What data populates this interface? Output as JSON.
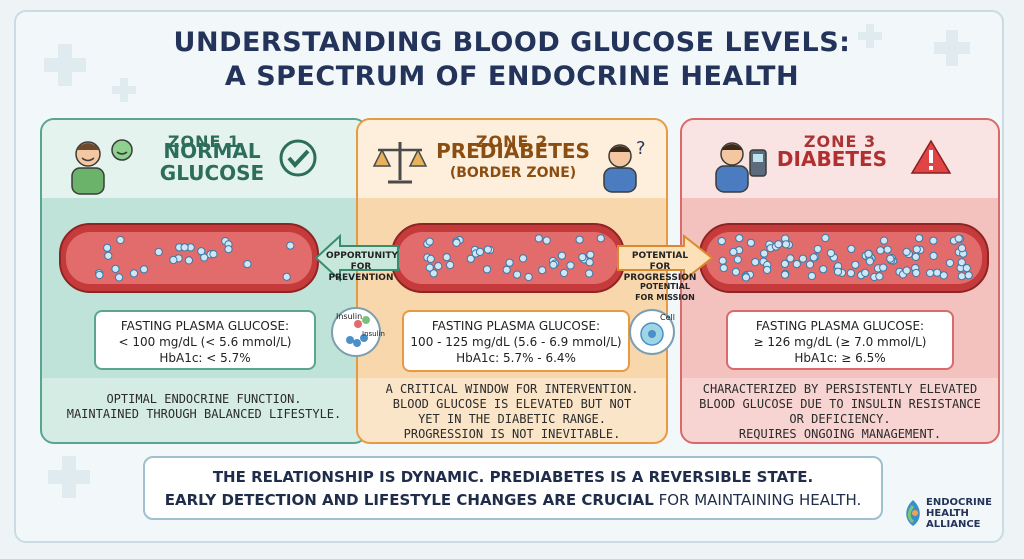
{
  "title": {
    "line1": "UNDERSTANDING BLOOD GLUCOSE LEVELS:",
    "line2": "A SPECTRUM OF ENDOCRINE HEALTH"
  },
  "zones": [
    {
      "label": "ZONE 1",
      "name_line1": "NORMAL",
      "name_line2": "GLUCOSE",
      "metric_line1": "FASTING PLASMA GLUCOSE:",
      "metric_line2": "< 100 mg/dL (< 5.6 mmol/L)",
      "metric_line3": "HbA1c: < 5.7%",
      "description": [
        "OPTIMAL ENDOCRINE FUNCTION.",
        "MAINTAINED THROUGH BALANCED LIFESTYLE."
      ],
      "color": "#5aa58d"
    },
    {
      "label": "ZONE 2",
      "name_line1": "PREDIABETES",
      "name_line2": "(BORDER ZONE)",
      "metric_line1": "FASTING PLASMA GLUCOSE:",
      "metric_line2": "100 - 125 mg/dL (5.6 - 6.9 mmol/L)",
      "metric_line3": "HbA1c: 5.7% - 6.4%",
      "description": [
        "A CRITICAL WINDOW FOR INTERVENTION.",
        "BLOOD GLUCOSE IS ELEVATED BUT NOT",
        "YET IN THE DIABETIC RANGE.",
        "PROGRESSION IS NOT INEVITABLE."
      ],
      "color": "#e79a42"
    },
    {
      "label": "ZONE 3",
      "name_line1": "DIABETES",
      "metric_line1": "FASTING PLASMA GLUCOSE:",
      "metric_line2": "≥ 126 mg/dL (≥ 7.0 mmol/L)",
      "metric_line3": "HbA1c: ≥ 6.5%",
      "description": [
        "CHARACTERIZED BY PERSISTENTLY ELEVATED",
        "BLOOD GLUCOSE DUE TO INSULIN RESISTANCE",
        "OR DEFICIENCY.",
        "REQUIRES ONGOING MANAGEMENT."
      ],
      "color": "#d86a6a"
    }
  ],
  "arrows": {
    "prevention": [
      "OPPORTUNITY",
      "FOR PREVENTION"
    ],
    "progression": [
      "POTENTIAL",
      "FOR PROGRESSION"
    ],
    "remission": [
      "POTENTIAL",
      "FOR MISSION"
    ]
  },
  "icons": {
    "insulin_label": "Insulin",
    "insulin_label2": "Insulin",
    "cell_label": "Cell"
  },
  "footer": {
    "line1": "THE RELATIONSHIP IS DYNAMIC. PREDIABETES IS A REVERSIBLE STATE.",
    "line2_bold": "EARLY DETECTION AND LIFESTYLE CHANGES ARE CRUCIAL",
    "line2_plain": " FOR MAINTAINING HEALTH."
  },
  "logo": {
    "line1": "ENDOCRINE",
    "line2": "HEALTH",
    "line3": "ALLIANCE"
  }
}
